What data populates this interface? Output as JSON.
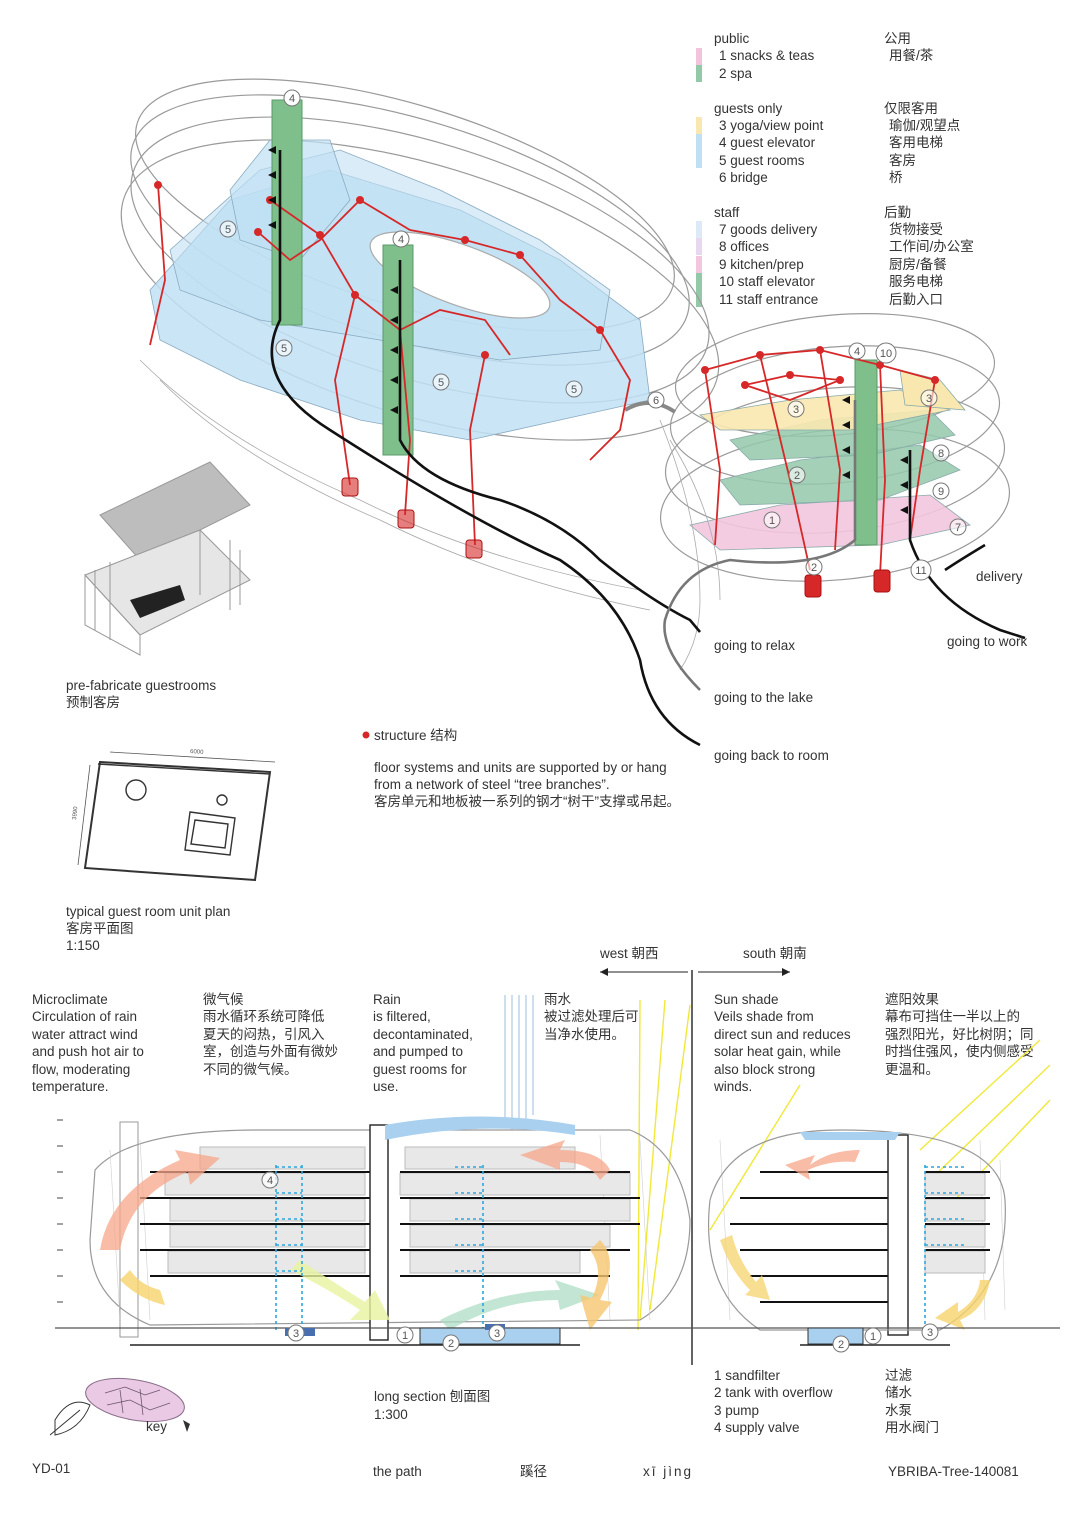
{
  "legend": {
    "groups": [
      {
        "title_en": "public",
        "title_zh": "公用",
        "items": [
          {
            "en": "1 snacks & teas",
            "zh": "用餐/茶",
            "color": "#f2c4dc"
          },
          {
            "en": "2 spa",
            "zh": "",
            "color": "#93c8a9"
          }
        ]
      },
      {
        "title_en": "guests only",
        "title_zh": "仅限客用",
        "items": [
          {
            "en": "3 yoga/view point",
            "zh": "瑜伽/观望点",
            "color": "#f8e8b0"
          },
          {
            "en": "4 guest elevator",
            "zh": "客用电梯",
            "color": "#bfe0f4"
          },
          {
            "en": "5 guest rooms",
            "zh": "客房",
            "color": "#bfe0f4"
          },
          {
            "en": "6 bridge",
            "zh": "桥",
            "color": "#ffffff"
          }
        ]
      },
      {
        "title_en": "staff",
        "title_zh": "后勤",
        "items": [
          {
            "en": "7 goods delivery",
            "zh": "货物接受",
            "color": "#dde9f7"
          },
          {
            "en": "8 offices",
            "zh": "工作间/办公室",
            "color": "#e8d8ef"
          },
          {
            "en": "9 kitchen/prep",
            "zh": "厨房/备餐",
            "color": "#f3c6df"
          },
          {
            "en": "10 staff elevator",
            "zh": "服务电梯",
            "color": "#93c8a9"
          },
          {
            "en": "11 staff entrance",
            "zh": "后勤入口",
            "color": "#93c8a9"
          }
        ]
      }
    ]
  },
  "axo": {
    "labels": {
      "delivery": "delivery",
      "going_to_relax": "going to relax",
      "going_to_work": "going to work",
      "going_to_lake": "going to the lake",
      "going_back": "going back to room"
    },
    "markers": [
      "4",
      "5",
      "4",
      "5",
      "5",
      "5",
      "6",
      "4",
      "10",
      "3",
      "3",
      "8",
      "2",
      "9",
      "1",
      "7",
      "2",
      "11"
    ]
  },
  "prefab": {
    "en": "pre-fabricate guestrooms",
    "zh": "预制客房"
  },
  "structure": {
    "legend_en": "structure",
    "legend_zh": "结构",
    "desc_en1": "floor systems and units are supported by or hang",
    "desc_en2": "from a network of steel “tree branches”.",
    "desc_zh": "客房单元和地板被一系列的钢才“树干”支撑或吊起。"
  },
  "unit_plan": {
    "en": "typical guest room unit plan",
    "zh": "客房平面图",
    "scale": "1:150",
    "dim_top": "6000",
    "dim_side": "3990"
  },
  "compass": {
    "west": "west 朝西",
    "south": "south 朝南"
  },
  "notes": {
    "microclimate_en": [
      "Microclimate",
      " Circulation of rain",
      "water attract wind",
      "and push hot air to",
      "flow, moderating",
      "temperature."
    ],
    "microclimate_zh": [
      "微气候",
      " 雨水循环系统可降低",
      "夏天的闷热，引风入",
      "室，创造与外面有微妙",
      "不同的微气候。"
    ],
    "rain_en": [
      "Rain",
      " is filtered,",
      "decontaminated,",
      "and pumped to",
      "guest rooms for",
      "use."
    ],
    "rain_zh": [
      "雨水",
      " 被过滤处理后可",
      "当净水使用。"
    ],
    "sun_en": [
      "Sun shade",
      " Veils shade from",
      "direct sun and reduces",
      "solar heat gain, while",
      "also block strong",
      "winds."
    ],
    "sun_zh": [
      "遮阳效果",
      " 幕布可挡住一半以上的",
      "强烈阳光，好比树阴；同",
      "时挡住强风，使内侧感受",
      "更温和。"
    ]
  },
  "section": {
    "title": "long section 刨面图",
    "scale": "1:300",
    "markers": [
      "4",
      "3",
      "1",
      "2",
      "3",
      "2",
      "1",
      "3"
    ]
  },
  "water_legend": {
    "items": [
      {
        "en": "1 sandfilter",
        "zh": "过滤"
      },
      {
        "en": "2 tank with overflow",
        "zh": "储水"
      },
      {
        "en": "3 pump",
        "zh": "水泵"
      },
      {
        "en": "4 supply valve",
        "zh": "用水阀门"
      }
    ]
  },
  "key_label": "key",
  "footer": {
    "left": "YD-01",
    "path_en": "the path",
    "path_zh": "蹊径",
    "pinyin": "xī jìng",
    "code": "YBRIBA-Tree-140081"
  }
}
